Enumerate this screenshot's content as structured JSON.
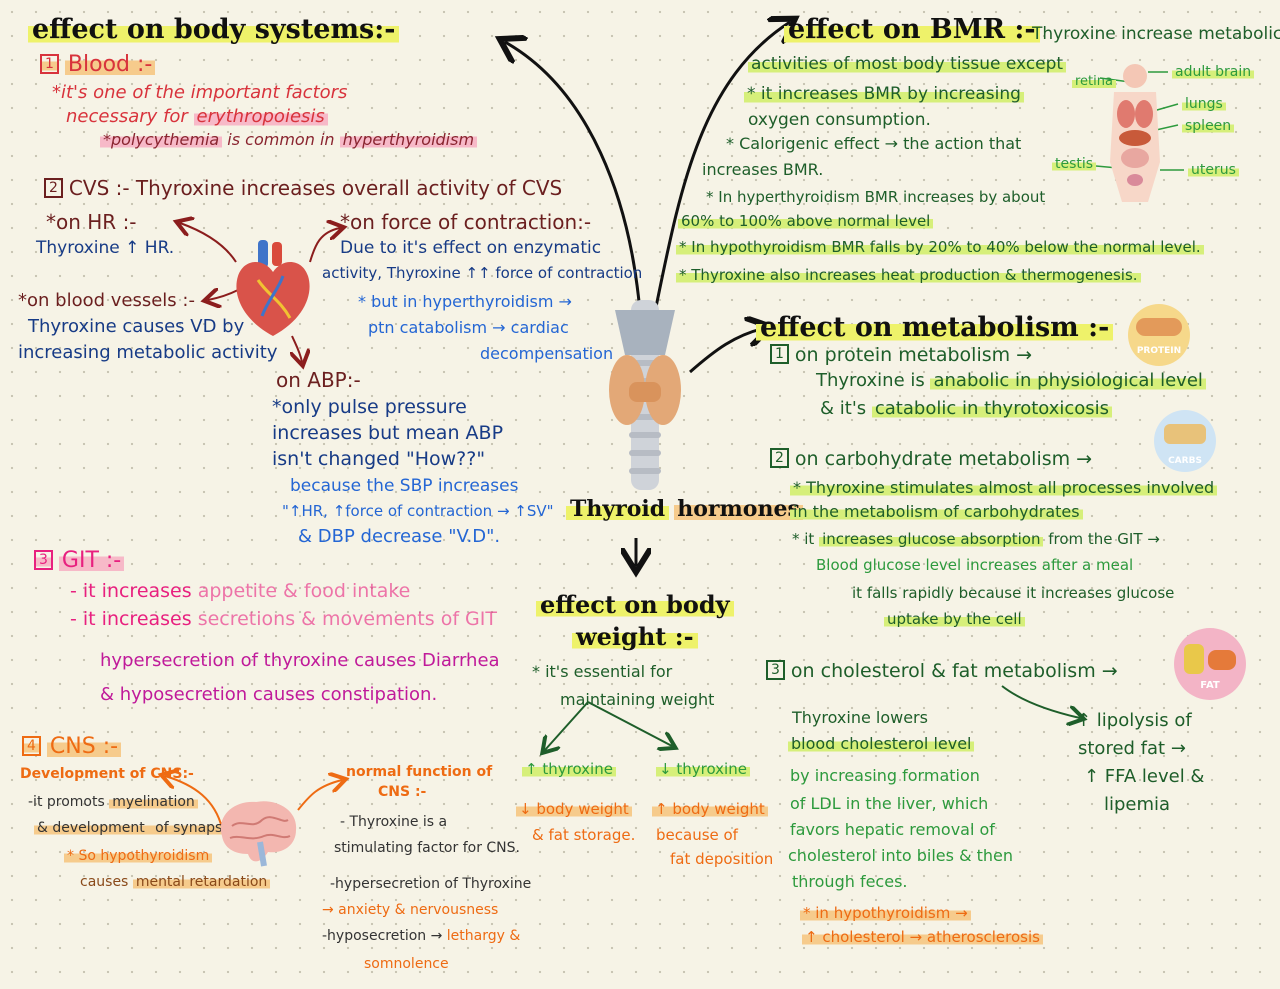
{
  "center": {
    "label_a": "Thyroid",
    "label_b": "hormones"
  },
  "body_systems": {
    "heading": "effect on body systems:-",
    "blood": {
      "title": "Blood :-",
      "num": "1",
      "line1": "*it's one of the important factors",
      "line2a": "necessary for ",
      "line2b": "erythropoiesis",
      "line3a": "*polycythemia",
      "line3b": " is common in ",
      "line3c": "hyperthyroidism"
    },
    "cvs": {
      "num": "2",
      "title": "CVS :- Thyroxine increases overall activity of CVS",
      "hr_title": "*on HR :-",
      "hr_text": "Thyroxine ↑ HR.",
      "force_title": "*on force of contraction:-",
      "force_l1": "Due to it's effect on enzymatic",
      "force_l2": "activity, Thyroxine ↑↑ force of contraction",
      "force_l3": "* but in hyperthyroidism →",
      "force_l4": "ptn catabolism → cardiac",
      "force_l5": "decompensation",
      "vessels_title": "*on blood vessels :-",
      "vessels_l1": "Thyroxine causes VD by",
      "vessels_l2": "increasing metabolic activity",
      "abp_title": "on ABP:-",
      "abp_l1": "*only pulse pressure",
      "abp_l2": "increases but mean ABP",
      "abp_l3": "isn't changed \"How??\"",
      "abp_l4": "because the SBP increases",
      "abp_l5": "\"↑HR, ↑force of contraction → ↑SV\"",
      "abp_l6": "& DBP decrease \"V.D\"."
    },
    "git": {
      "num": "3",
      "title": "GIT :-",
      "l1a": "- it increases ",
      "l1b": "appetite & food intake",
      "l2a": "- it increases ",
      "l2b": "secretions & movements of GIT",
      "l3": "hypersecretion of thyroxine causes Diarrhea",
      "l4": "& hyposecretion causes constipation."
    },
    "cns": {
      "num": "4",
      "title": "CNS :-",
      "dev_title": "Development of CNS:-",
      "dev_l1a": "-it promots ",
      "dev_l1b": "myelination",
      "dev_l2a": "& development ",
      "dev_l2b": "of synapses.",
      "dev_l3": "* So hypothyroidism",
      "dev_l4a": "causes ",
      "dev_l4b": "mental retardation",
      "norm_title1": "normal function of",
      "norm_title2": "CNS :-",
      "norm_l1": "- Thyroxine is a",
      "norm_l2": "stimulating factor for CNS.",
      "norm_l3": "-hypersecretion of Thyroxine",
      "norm_l4": "→ anxiety & nervousness",
      "norm_l5a": "-hyposecretion → ",
      "norm_l5b": "lethargy &",
      "norm_l6": "somnolence"
    }
  },
  "bmr": {
    "heading": "effect on BMR :-",
    "l1": "Thyroxine increase metabolic",
    "l2": "activities of most body tissue except",
    "l3": "* it increases BMR by increasing",
    "l4": "oxygen consumption.",
    "l5": "* Calorigenic effect → the action that",
    "l6": "increases BMR.",
    "l7": "* In hyperthyroidism BMR increases by about",
    "l8": "60% to 100% above normal level",
    "l9": "* In hypothyroidism BMR falls by 20% to 40% below the normal level.",
    "l10": "* Thyroxine also increases heat production & thermogenesis.",
    "organs": {
      "retina": "retina",
      "brain": "adult brain",
      "lungs": "lungs",
      "spleen": "spleen",
      "testis": "testis",
      "uterus": "uterus"
    }
  },
  "metabolism": {
    "heading": "effect on metabolism :-",
    "protein": {
      "num": "1",
      "title": "on protein metabolism →",
      "l1a": "Thyroxine is ",
      "l1b": "anabolic in physiological level",
      "l2a": "& it's ",
      "l2b": "catabolic in thyrotoxicosis",
      "badge": "PROTEIN"
    },
    "carb": {
      "num": "2",
      "title": "on carbohydrate metabolism →",
      "l1": "* Thyroxine stimulates almost all processes involved",
      "l2": "in the metabolism of carbohydrates",
      "l3a": "* it ",
      "l3b": "increases glucose absorption",
      "l3c": " from the GIT →",
      "l4": "Blood glucose level increases after a meal",
      "l5": "it falls rapidly because it increases glucose",
      "l6": "uptake by the cell",
      "badge": "CARBS"
    },
    "chol": {
      "num": "3",
      "title": "on cholesterol & fat metabolism →",
      "l1": "Thyroxine lowers",
      "l2": "blood cholesterol level",
      "l3": "by increasing formation",
      "l4": "of LDL in the liver, which",
      "l5": "favors hepatic removal of",
      "l6": "cholesterol into biles & then",
      "l7": "through feces.",
      "l8": "* in hypothyroidism →",
      "l9": "↑ cholesterol → atherosclerosis",
      "r1": "↑ lipolysis of",
      "r2": "stored fat →",
      "r3": "↑ FFA level &",
      "r4": "lipemia",
      "badge": "FAT"
    }
  },
  "weight": {
    "heading1": "effect on body",
    "heading2": "weight :-",
    "l1": "* it's essential for",
    "l2": "maintaining weight",
    "left_title": "↑ thyroxine",
    "left_l1": "↓ body weight",
    "left_l2": "& fat storage.",
    "right_title": "↓ thyroxine",
    "right_l1": "↑ body weight",
    "right_l2": "because of",
    "right_l3": "fat deposition"
  }
}
